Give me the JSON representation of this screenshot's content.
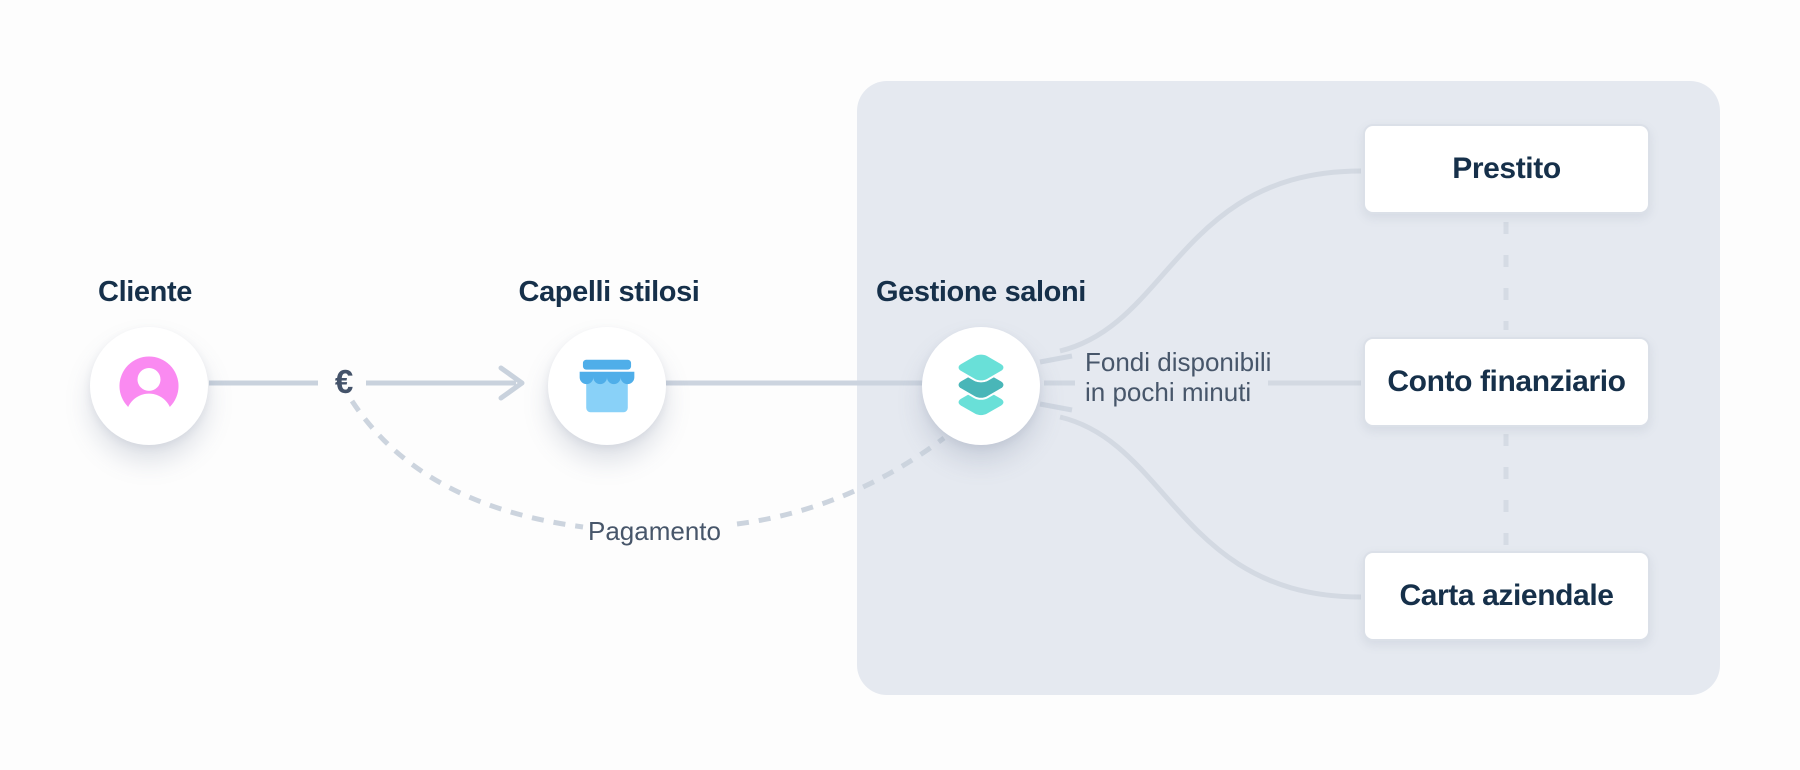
{
  "nodes": {
    "customer": {
      "label": "Cliente",
      "icon": "person-avatar-icon"
    },
    "salon": {
      "label": "Capelli stilosi",
      "icon": "storefront-icon"
    },
    "platform": {
      "label": "Gestione saloni",
      "icon": "layers-stack-icon"
    }
  },
  "annotations": {
    "euro": "€",
    "payment": "Pagamento",
    "funds_line1": "Fondi disponibili",
    "funds_line2": "in pochi minuti"
  },
  "products": [
    {
      "label": "Prestito"
    },
    {
      "label": "Conto finanziario"
    },
    {
      "label": "Carta aziendale"
    }
  ],
  "colors": {
    "background": "#fdfdfd",
    "panel": "#e5e9f0",
    "line": "#c9d2dd",
    "line_on_panel": "#d3d9e2",
    "dashed_line": "#ccd4de",
    "navy_text": "#16304a",
    "gray_text": "#47566a",
    "avatar_pink": "#fa8af1",
    "storefront_blue": "#4faee9",
    "storefront_light_blue": "#89d1f8",
    "layers_teal": "#49b6b8",
    "layers_light_teal": "#69e0d8",
    "node_background": "#ffffff"
  }
}
